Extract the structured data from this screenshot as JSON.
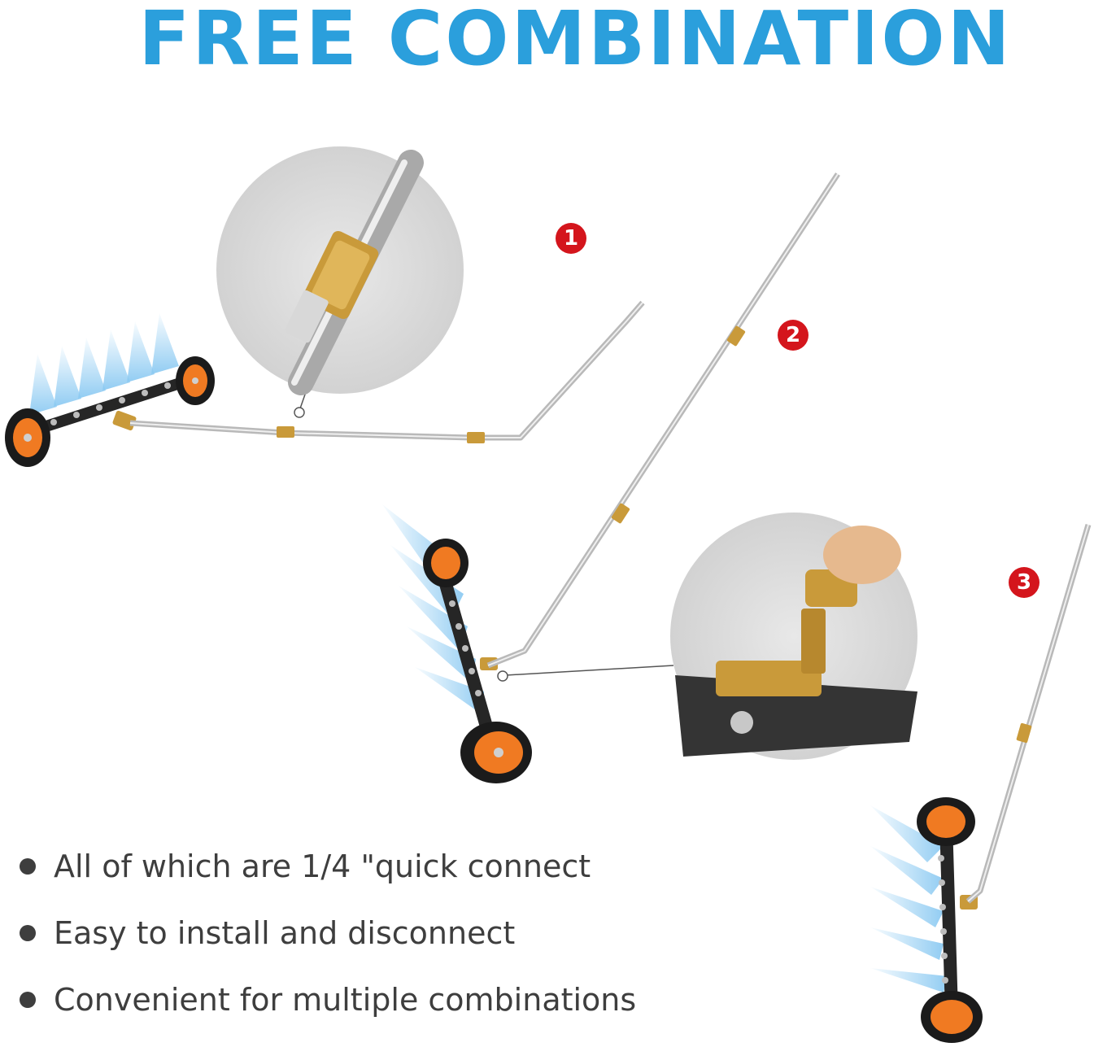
{
  "headline": "FREE COMBINATION",
  "colors": {
    "headline_blue": "#2b9fdc",
    "badge_red": "#d4151c",
    "wheel_orange": "#f07a22",
    "brass": "#c99a3a",
    "spray_blue": "#8ccaf2"
  },
  "steps": [
    "1",
    "2",
    "3"
  ],
  "features": [
    "All of which are 1/4 \"quick connect",
    "Easy to install and disconnect",
    "Convenient for multiple combinations"
  ],
  "icons": {
    "bullet": "bullet-dot-icon",
    "step_badge": "numbered-circle-icon"
  }
}
